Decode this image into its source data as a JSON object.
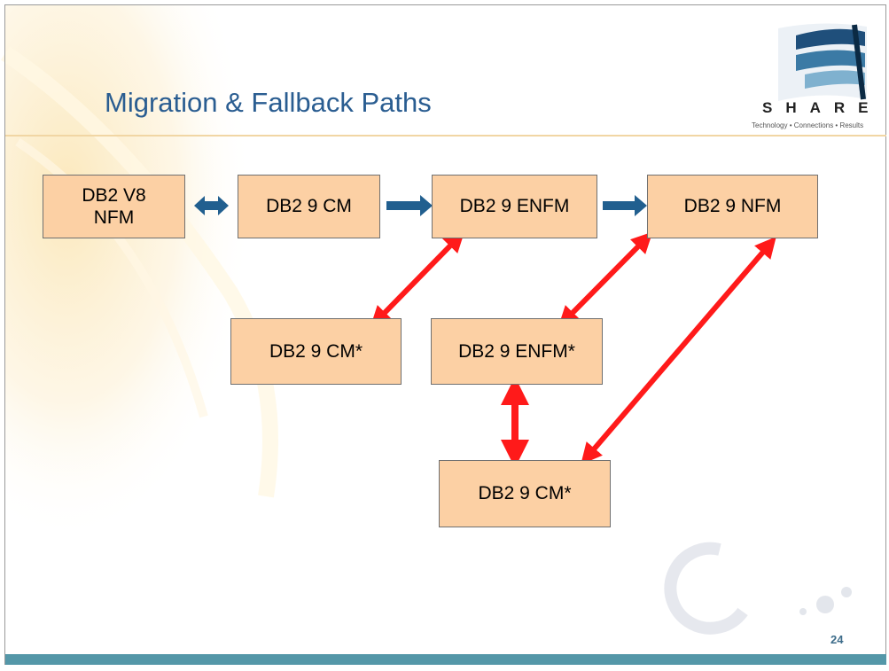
{
  "title": "Migration & Fallback Paths",
  "logo": {
    "word": "SHARE",
    "tagline": "Technology • Connections • Results"
  },
  "page_number": "24",
  "colors": {
    "node_fill": "#fcd0a4",
    "migration_arrow": "#215f8f",
    "fallback_arrow": "#ff1a1a",
    "title": "#2a5d91",
    "footer": "#5497a8"
  },
  "nodes": {
    "v8_nfm": "DB2 V8\nNFM",
    "cm": "DB2 9 CM",
    "enfm": "DB2 9  ENFM",
    "nfm": "DB2 9 NFM",
    "cm_star_1": "DB2 9 CM*",
    "enfm_star": "DB2 9 ENFM*",
    "cm_star_2": "DB2 9 CM*"
  }
}
